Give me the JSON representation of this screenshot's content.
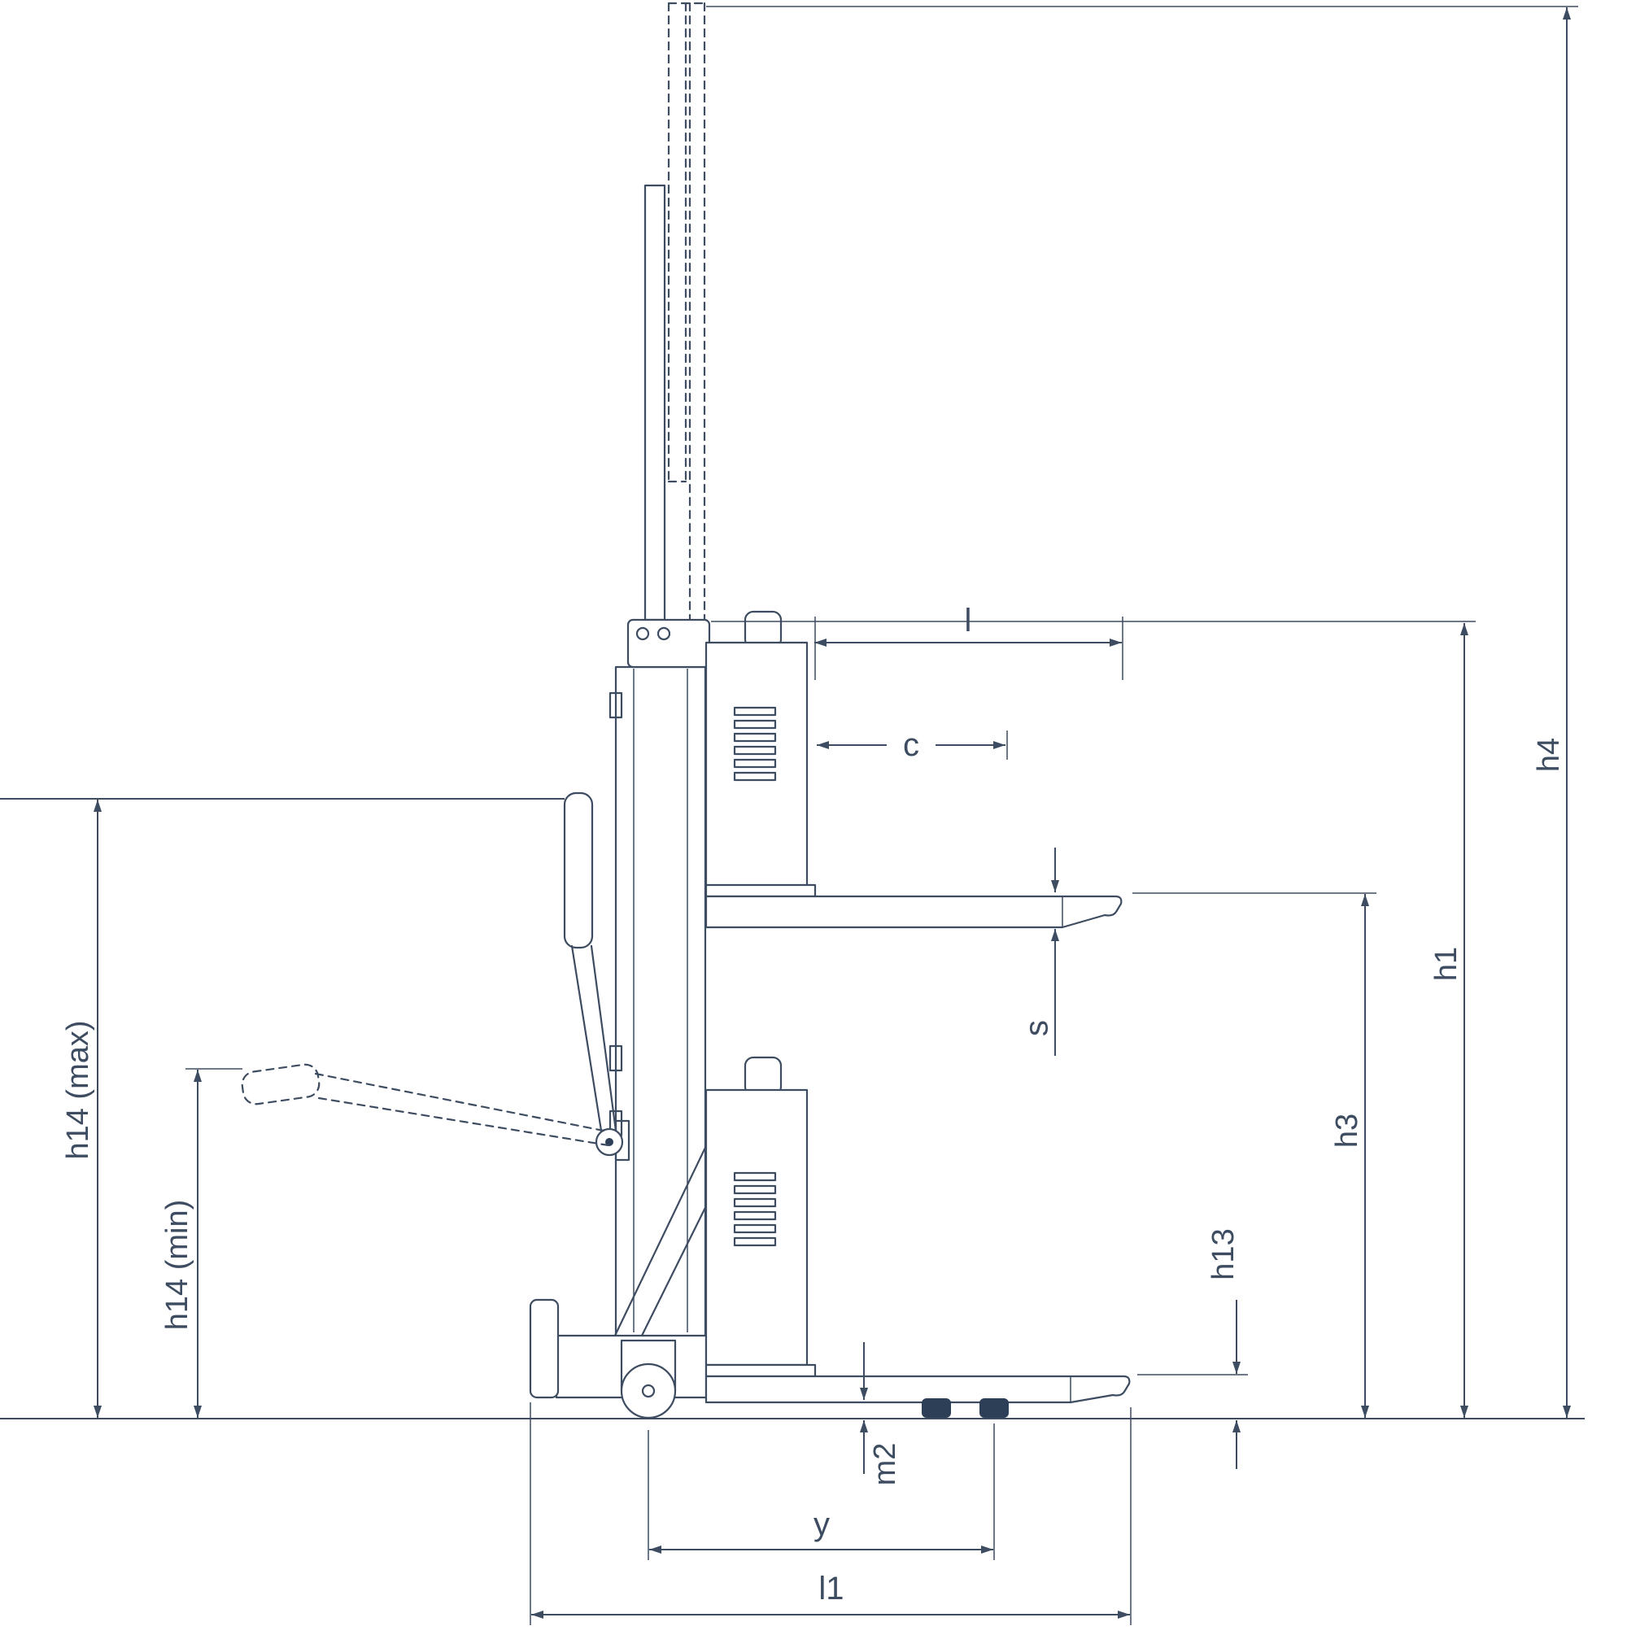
{
  "diagram": {
    "type": "technical-drawing",
    "subject": "pallet-stacker-side-view-dimension-diagram",
    "colors": {
      "line": "#3d4c61",
      "roller_fill": "#2d3e57",
      "background": "#ffffff"
    },
    "labels": {
      "h14_max": "h14 (max)",
      "h14_min": "h14 (min)",
      "h4": "h4",
      "h1": "h1",
      "h3": "h3",
      "h13": "h13",
      "l": "l",
      "c": "c",
      "s": "s",
      "m2": "m2",
      "y": "y",
      "l1": "l1"
    }
  }
}
